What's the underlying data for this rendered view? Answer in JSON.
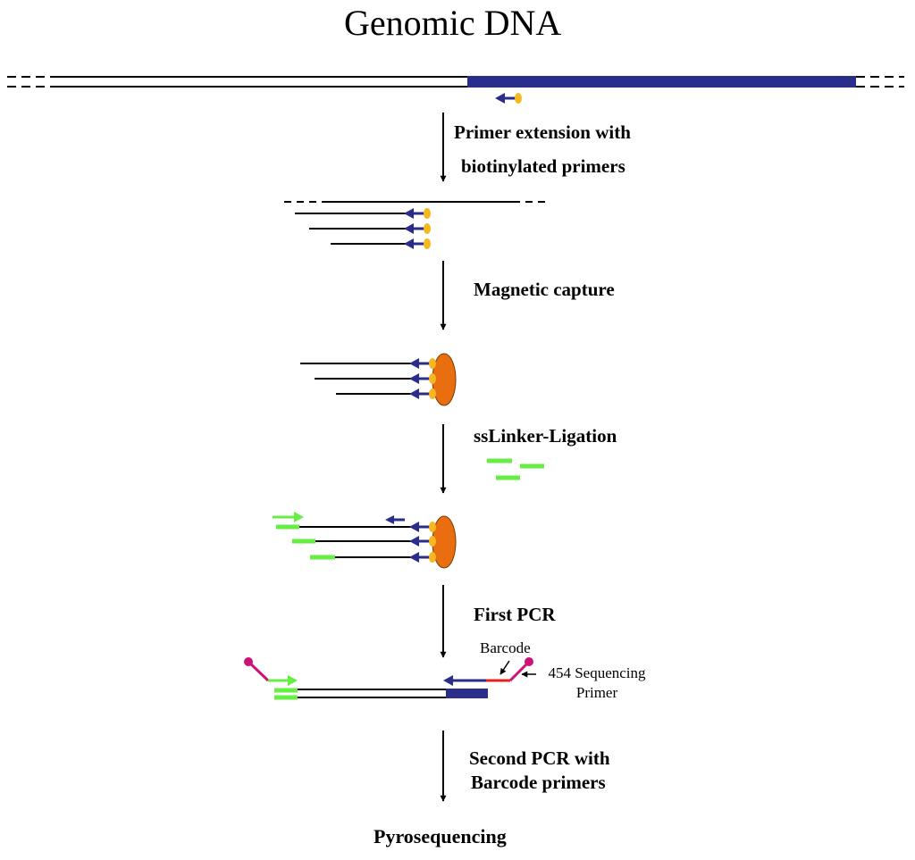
{
  "title": "Genomic DNA",
  "steps": {
    "primer_extension": [
      "Primer extension with",
      "biotinylated primers"
    ],
    "magnetic_capture": "Magnetic capture",
    "linker_ligation": "ssLinker-Ligation",
    "first_pcr": "First PCR",
    "second_pcr": [
      "Second PCR with",
      "Barcode primers"
    ],
    "final": "Pyrosequencing"
  },
  "annotations": {
    "barcode": "Barcode",
    "seq_primer": [
      "454 Sequencing",
      "Primer"
    ]
  },
  "colors": {
    "target_region": "#2b2d8a",
    "primer": "#2b2d8a",
    "biotin": "#f5b820",
    "bead": "#e86e10",
    "linker": "#66ee44",
    "barcode": "#e8201c",
    "adapter": "#cc1177",
    "line": "#000000"
  }
}
